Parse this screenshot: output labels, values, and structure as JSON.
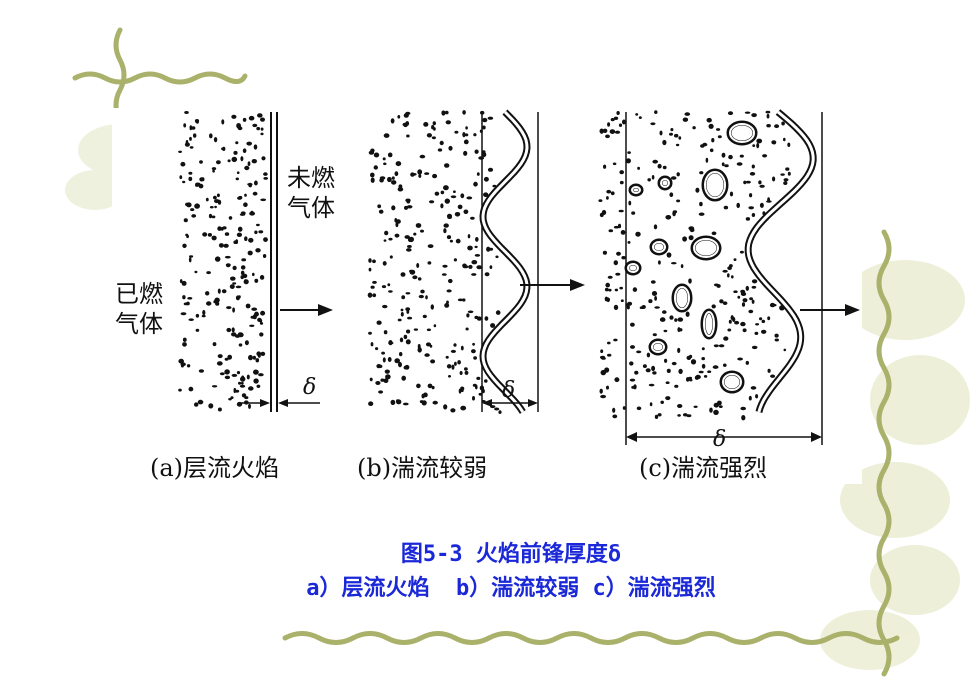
{
  "labels": {
    "burned_gas_line1": "已燃",
    "burned_gas_line2": "气体",
    "unburned_gas_line1": "未燃",
    "unburned_gas_line2": "气体",
    "delta": "δ"
  },
  "panels": [
    {
      "id": "a",
      "caption": "(a)层流火焰"
    },
    {
      "id": "b",
      "caption": "(b)湍流较弱"
    },
    {
      "id": "c",
      "caption": "(c)湍流强烈"
    }
  ],
  "caption": {
    "line1": "图5-3 火焰前锋厚度δ",
    "line2": "a）层流火焰  b）湍流较弱 c）湍流强烈"
  },
  "colors": {
    "caption": "#1a28d8",
    "vine": "#a9b16a",
    "vine_light": "#e3e6c8",
    "ink": "#111111"
  }
}
